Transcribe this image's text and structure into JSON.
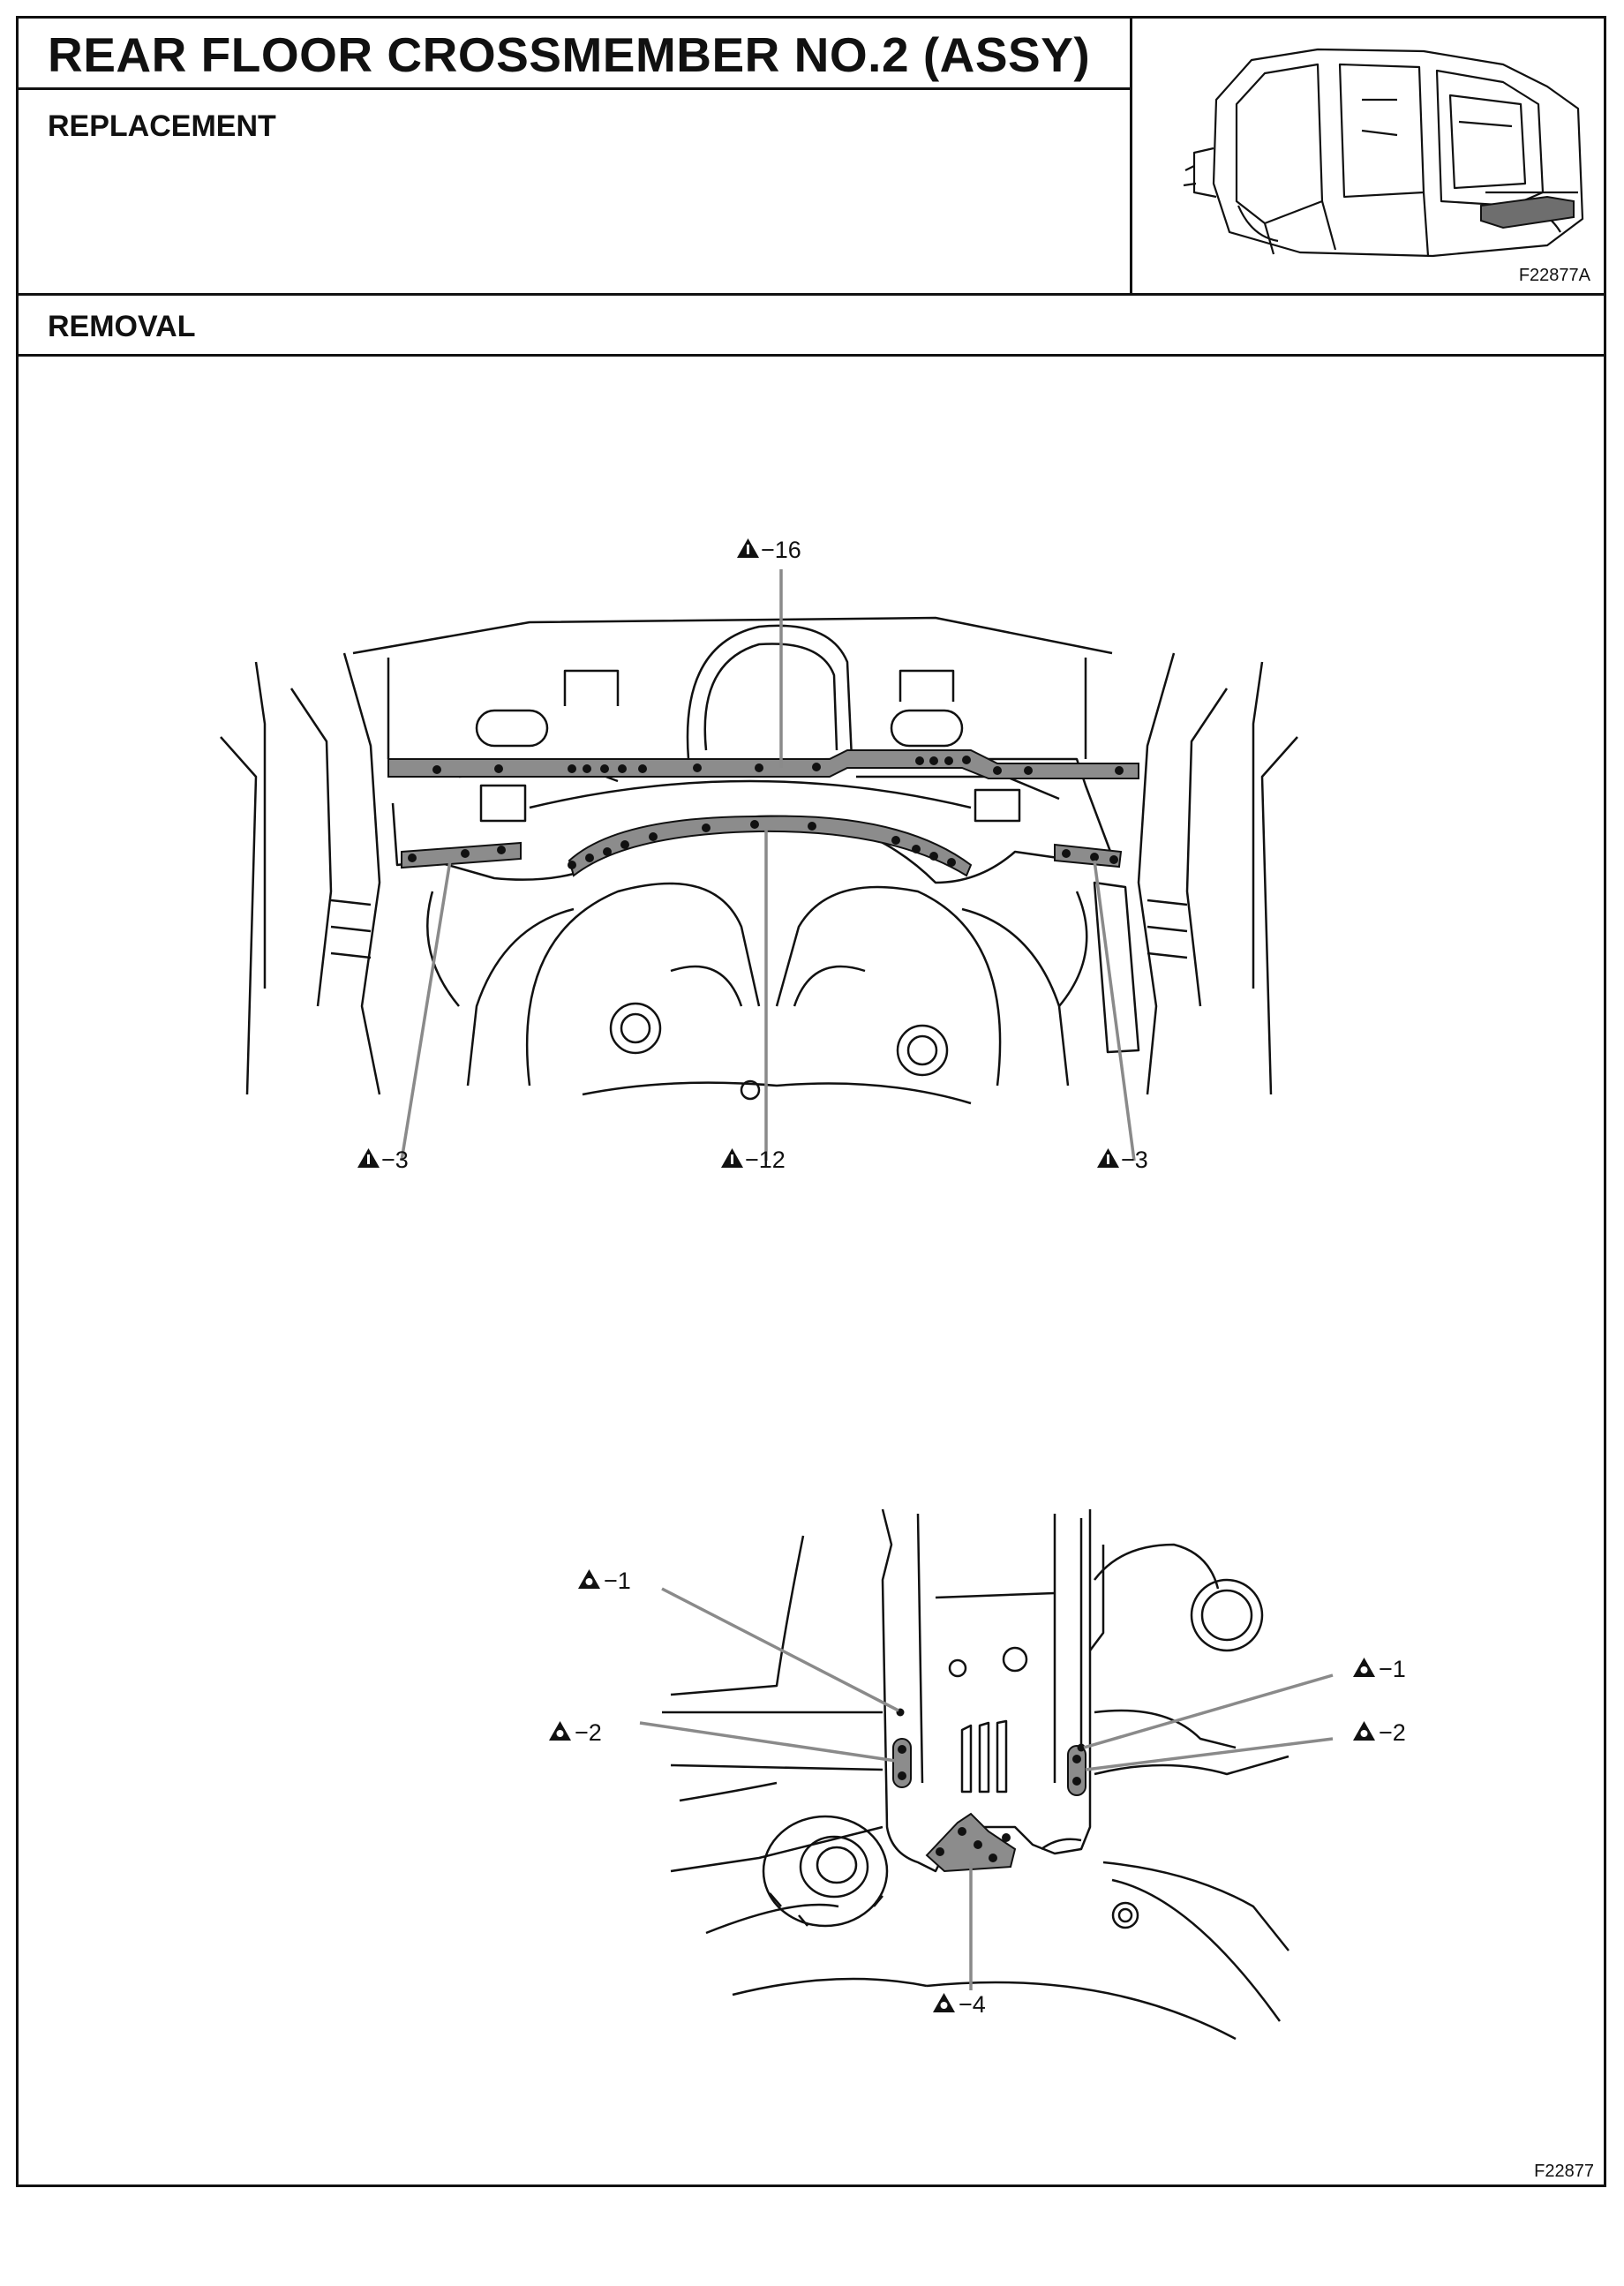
{
  "header": {
    "title": "REAR FLOOR CROSSMEMBER NO.2 (ASSY)",
    "subtitle": "REPLACEMENT",
    "overview_code": "F22877A"
  },
  "section": {
    "title": "REMOVAL"
  },
  "figure_code": "F22877",
  "upper_diagram": {
    "callouts": [
      {
        "symbol": "spot-weld-warning-icon",
        "label": "−16"
      },
      {
        "symbol": "spot-weld-warning-icon",
        "label": "−3"
      },
      {
        "symbol": "spot-weld-warning-icon",
        "label": "−12"
      },
      {
        "symbol": "spot-weld-warning-icon",
        "label": "−3"
      }
    ]
  },
  "lower_diagram": {
    "callouts": [
      {
        "symbol": "weld-point-icon",
        "label": "−1"
      },
      {
        "symbol": "weld-point-icon",
        "label": "−1"
      },
      {
        "symbol": "weld-point-icon",
        "label": "−2"
      },
      {
        "symbol": "weld-point-icon",
        "label": "−2"
      },
      {
        "symbol": "weld-point-icon",
        "label": "−4"
      }
    ]
  },
  "colors": {
    "ink": "#111111",
    "highlight": "#8c8c8c",
    "leader": "#8a8a8a"
  }
}
